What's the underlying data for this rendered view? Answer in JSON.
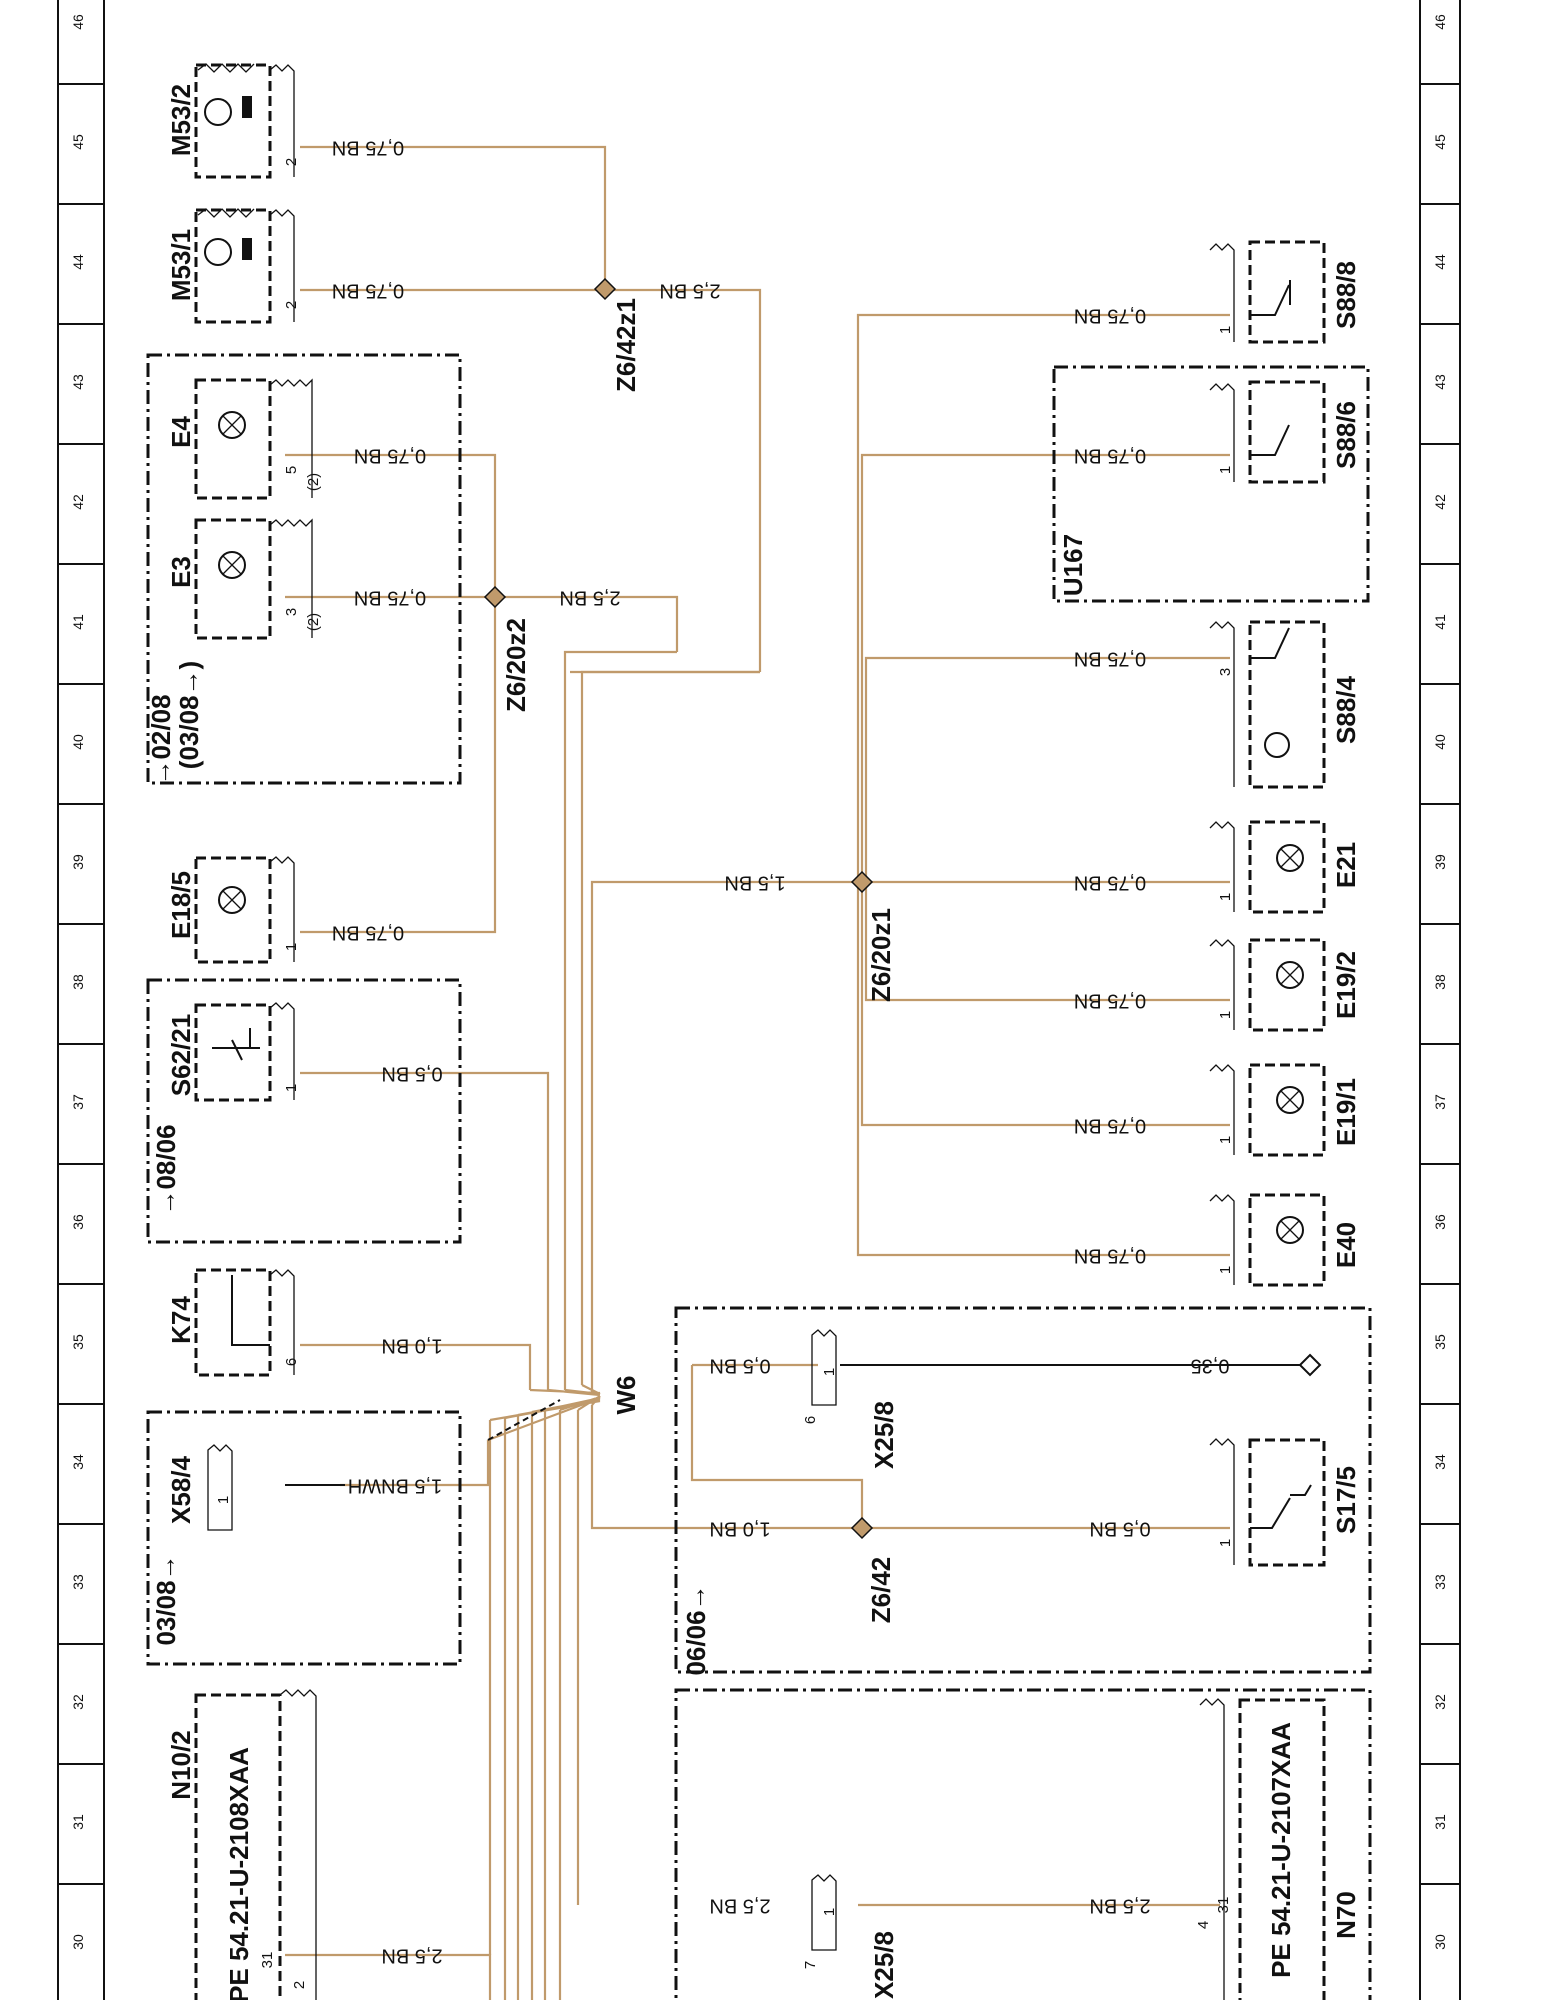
{
  "ruler": {
    "ticks": [
      "46",
      "45",
      "44",
      "43",
      "42",
      "41",
      "40",
      "39",
      "38",
      "37",
      "36",
      "35",
      "34",
      "33",
      "32",
      "31",
      "30"
    ]
  },
  "components": {
    "M53_2": {
      "name": "M53/2",
      "pin": "2",
      "wire": "0,75 BN"
    },
    "M53_1": {
      "name": "M53/1",
      "pin": "2",
      "wire": "0,75 BN"
    },
    "E4": {
      "name": "E4",
      "pin": "5",
      "pin_alt": "(2)",
      "wire": "0,75 BN"
    },
    "E3": {
      "name": "E3",
      "pin": "3",
      "pin_alt": "(2)",
      "wire": "0,75 BN"
    },
    "group_E3E4": {
      "note_a": "→02/08",
      "note_b": "(03/08→)"
    },
    "E18_5": {
      "name": "E18/5",
      "pin": "1",
      "wire": "0,75 BN"
    },
    "S62_21": {
      "name": "S62/21",
      "pin": "1",
      "wire": "0,5 BN",
      "note": "→08/06"
    },
    "K74": {
      "name": "K74",
      "pin": "6",
      "wire": "1,0 BN"
    },
    "X58_4": {
      "name": "X58/4",
      "pin": "1",
      "wire": "1,5 BNWH",
      "note": "03/08→"
    },
    "N10_2": {
      "name": "N10/2",
      "part": "PE 54.21-U-2108XAA",
      "pin": "31",
      "pin2": "2",
      "wire": "2,5 BN"
    },
    "S88_8": {
      "name": "S88/8",
      "pin": "1",
      "wire": "0,75 BN"
    },
    "S88_6": {
      "name": "S88/6",
      "pin": "1",
      "wire": "0,75 BN"
    },
    "U167": {
      "name": "U167"
    },
    "S88_4": {
      "name": "S88/4",
      "pin": "3",
      "wire": "0,75 BN"
    },
    "E21": {
      "name": "E21",
      "pin": "1",
      "wire": "0,75 BN"
    },
    "E19_2": {
      "name": "E19/2",
      "pin": "1",
      "wire": "0,75 BN"
    },
    "E19_1": {
      "name": "E19/1",
      "pin": "1",
      "wire": "0,75 BN"
    },
    "E40": {
      "name": "E40",
      "pin": "1",
      "wire": "0,75 BN"
    },
    "X25_8_top": {
      "name": "X25/8",
      "pin": "1",
      "num": "6",
      "wire": "0,5 BN",
      "ground_wire": "0,35"
    },
    "S17_5": {
      "name": "S17/5",
      "pin": "1",
      "wire": "0,5 BN"
    },
    "group_0606": {
      "note": "06/06→"
    },
    "X25_8_bot": {
      "name": "X25/8",
      "pin": "1",
      "num": "7",
      "wire_left": "2,5 BN",
      "wire_right": "2,5 BN"
    },
    "N70": {
      "name": "N70",
      "part": "PE 54.21-U-2107XAA",
      "pin": "31",
      "num": "4"
    }
  },
  "nodes": {
    "Z6_42z1": {
      "name": "Z6/42z1",
      "wire": "2,5 BN"
    },
    "Z6_20z2": {
      "name": "Z6/20z2",
      "wire": "2,5 BN"
    },
    "Z6_20z1": {
      "name": "Z6/20z1",
      "wire": "1,5 BN"
    },
    "Z6_42": {
      "name": "Z6/42",
      "wire": "1,0 BN"
    },
    "W6": {
      "name": "W6"
    }
  },
  "colors": {
    "wire_brown": "#c09a6b",
    "ink": "#111111"
  }
}
